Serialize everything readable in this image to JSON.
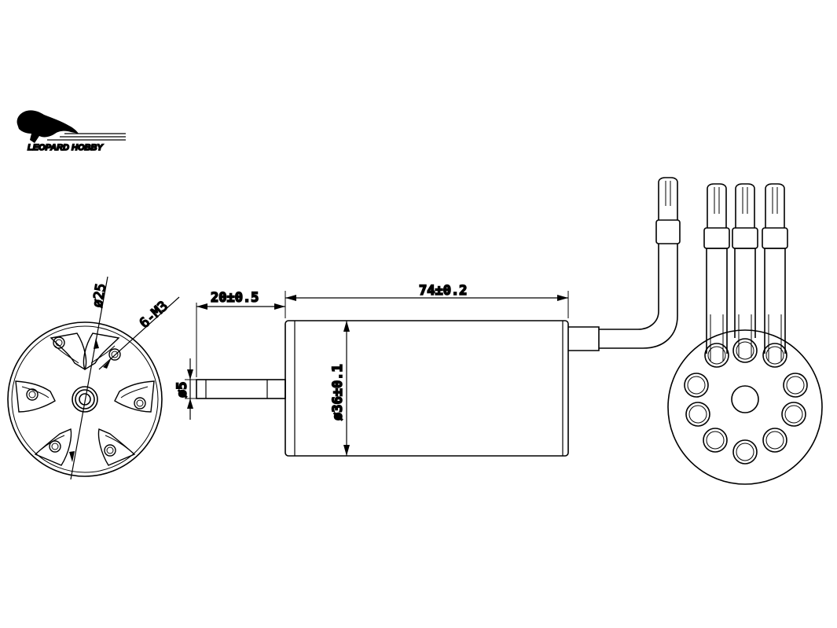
{
  "logo": {
    "text": "LEOPARD HOBBY"
  },
  "dimensions": {
    "shaft_length": "20±0.5",
    "body_length": "74±0.2",
    "body_diameter": "ø36±0.1",
    "shaft_diameter": "ø5",
    "mount_circle": "ø25",
    "mount_holes": "6-M3"
  }
}
